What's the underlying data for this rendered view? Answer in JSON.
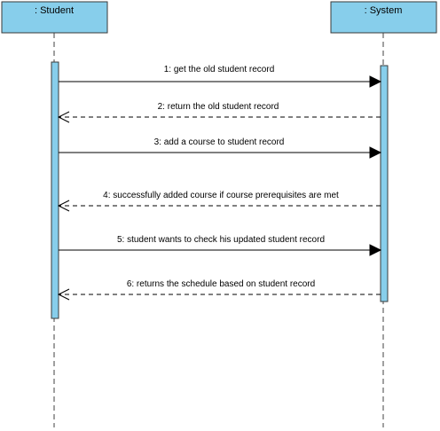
{
  "diagram": {
    "type": "sequence",
    "lifelines": [
      {
        "id": "student",
        "label": ": Student"
      },
      {
        "id": "system",
        "label": ": System"
      }
    ],
    "messages": [
      {
        "label": "1: get the old student record",
        "from": "student",
        "to": "system",
        "kind": "call"
      },
      {
        "label": "2: return the old student record",
        "from": "system",
        "to": "student",
        "kind": "return"
      },
      {
        "label": "3: add a course to student record",
        "from": "student",
        "to": "system",
        "kind": "call"
      },
      {
        "label": "4: successfully added course if course prerequisites are met",
        "from": "system",
        "to": "student",
        "kind": "return"
      },
      {
        "label": "5: student wants to check his updated student record",
        "from": "student",
        "to": "system",
        "kind": "call"
      },
      {
        "label": "6: returns the schedule based on student record",
        "from": "system",
        "to": "student",
        "kind": "return"
      }
    ],
    "colors": {
      "lifeline_fill": "#87ceeb",
      "border": "#3a3a3a",
      "line": "#000000"
    }
  }
}
